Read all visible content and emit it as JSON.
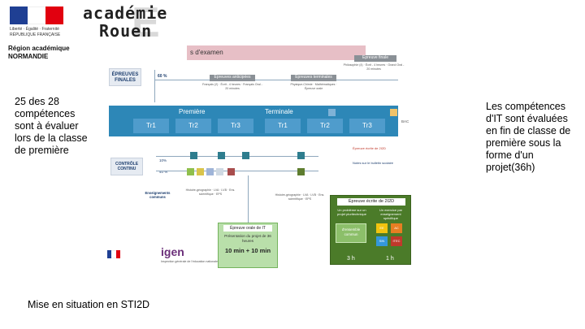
{
  "header": {
    "rf_motto": "Liberté · Égalité · Fraternité",
    "rf_name": "RÉPUBLIQUE FRANÇAISE",
    "academie_line1": "académie",
    "academie_line2": "Rouen",
    "region_line1": "Région académique",
    "region_line2": "NORMANDIE"
  },
  "left_text": "25 des 28 compétences sont à évaluer lors de la classe de première",
  "right_text": "Les compétences d'IT sont évaluées en fin de classe de première sous la forme d'un projet(36h)",
  "caption": "Mise en situation en STI2D",
  "diagram": {
    "title": "s d'examen",
    "epreuves_finales": "ÉPREUVES FINALES",
    "pct_60": "60 %",
    "pct_40": "40 %",
    "pct_10": "10%",
    "epreuves_anticipees": "Épreuves anticipées",
    "anticipees_detail": "Français (2) · Écrit - 4 heures · Français Oral - 20 minutes",
    "epreuves_terminales_1": "Épreuves terminales",
    "terminales_detail_1": "Physique-Chimie · Mathématiques · Épreuve orale",
    "epreuves_terminales_2": "Épreuve finale",
    "terminales_detail_2": "Philosophie (4) · Écrit - 4 heures · Grand Oral - 20 minutes",
    "premiere": "Première",
    "terminale": "Terminale",
    "tracks_premiere": [
      "Tr1",
      "Tr2",
      "Tr3"
    ],
    "tracks_terminale": [
      "Tr1",
      "Tr2",
      "Tr3"
    ],
    "bac": "BAC",
    "controle_continu": "CONTRÔLE CONTINU",
    "enseignements_communs": "Enseignements communs",
    "ec_list": "Histoire-géographie · LVA · LVB · Ens. scientifique · EPS",
    "ecrit_note": "Épreuve écrite de 2I2D",
    "note_bulletin": "Notes sur le bulletin scolaire",
    "oral_title": "Épreuve orale de IT",
    "oral_sub": "Présentation du projet de 36 heures",
    "oral_duration": "10 min + 10 min",
    "ecrit_title": "Épreuve écrite de 2I2D",
    "ecrit_col1": "Un problème sur un projet pluritechnique",
    "ecrit_col2": "Un exercice par enseignement spécifique",
    "ecrit_inner": "d'ensemble commun",
    "ecrit_specs": [
      "EE",
      "AC",
      "SIN",
      "ITEC"
    ],
    "ecrit_h1": "3 h",
    "ecrit_h2": "1 h",
    "igen": "igen",
    "igen_sub": "Inspection générale de l'éducation nationale",
    "colors": {
      "band": "#2d87b7",
      "track": "#4f9ccc",
      "oral_bg": "#b9dfaa",
      "ecrit_bg": "#4b7b29",
      "title_bg": "#e7bfc6"
    }
  }
}
